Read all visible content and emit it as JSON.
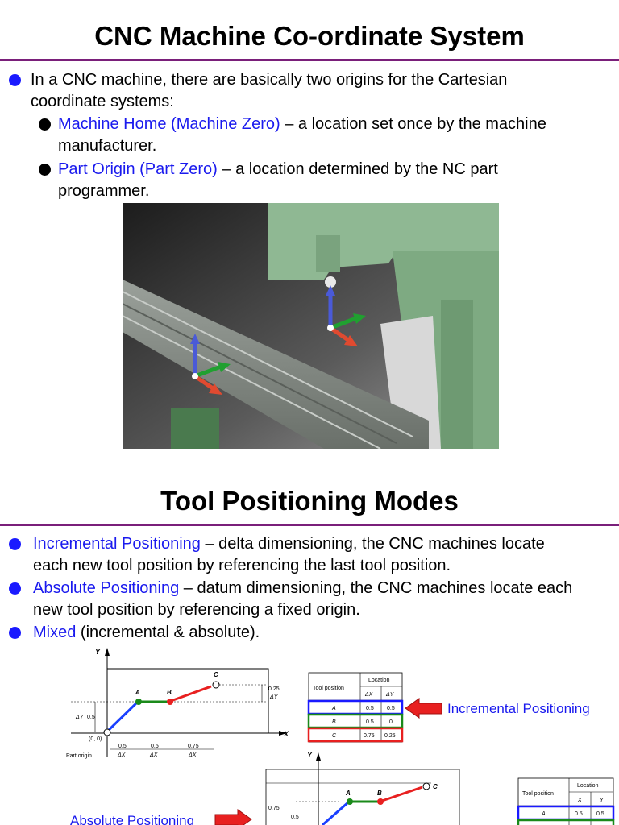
{
  "slide1": {
    "title": "CNC Machine Co-ordinate System",
    "bullet_line1": "In a CNC machine, there are basically two origins for the Cartesian",
    "bullet_line2": "coordinate systems:",
    "sub1_term": "Machine Home (Machine Zero)",
    "sub1_rest": " – a location set once by the machine",
    "sub1_line2": "manufacturer.",
    "sub2_term": "Part Origin (Part Zero)",
    "sub2_rest": " – a location determined by the NC part",
    "sub2_line2": "programmer."
  },
  "slide2": {
    "title": "Tool Positioning Modes",
    "b1_term": "Incremental Positioning",
    "b1_rest": " – delta dimensioning, the CNC machines locate",
    "b1_line2": "each new tool position by referencing the last tool position.",
    "b2_term": "Absolute Positioning",
    "b2_rest": " – datum dimensioning, the CNC machines locate each",
    "b2_line2": "new tool position by referencing a fixed origin.",
    "b3_term": "Mixed",
    "b3_rest": " (incremental & absolute)."
  },
  "diagram": {
    "axis_y": "Y",
    "axis_x": "X",
    "pt_a": "A",
    "pt_b": "B",
    "pt_c": "C",
    "dim_025": "0.25",
    "dim_dy_right": "ΔY",
    "dim_dy_left": "ΔY",
    "dim_05_left": "0.5",
    "origin_label": "(0, 0)",
    "part_origin": "Part origin",
    "dx1_val": "0.5",
    "dx1_lbl": "ΔX",
    "dx2_val": "0.5",
    "dx2_lbl": "ΔX",
    "dx3_val": "0.75",
    "dx3_lbl": "ΔX",
    "table_tool_position": "Tool position",
    "table_location": "Location",
    "table_dx": "ΔX",
    "table_dy": "ΔY",
    "rows": [
      {
        "p": "A",
        "x": "0.5",
        "y": "0.5"
      },
      {
        "p": "B",
        "x": "0.5",
        "y": "0"
      },
      {
        "p": "C",
        "x": "0.75",
        "y": "0.25"
      }
    ],
    "incremental_label": "Incremental Positioning",
    "absolute_label": "Absolute Positioning",
    "abs_axis_y": "Y",
    "abs_075": "0.75",
    "abs_05": "0.5",
    "abs_a": "A",
    "abs_b": "B",
    "abs_c": "C",
    "abs_table_tool_position": "Tool position",
    "abs_table_location": "Location",
    "abs_table_x": "X",
    "abs_table_y": "Y",
    "abs_row_a": "A",
    "abs_row_a_x": "0.5",
    "abs_row_a_y": "0.5"
  },
  "colors": {
    "accent_rule": "#7a1f7a",
    "bullet_blue": "#1a1aff",
    "term_blue": "#1a1aee",
    "arrow_red": "#e82020",
    "box_blue": "#1a1aff",
    "box_green": "#1a8a1a",
    "box_red": "#e82020"
  }
}
